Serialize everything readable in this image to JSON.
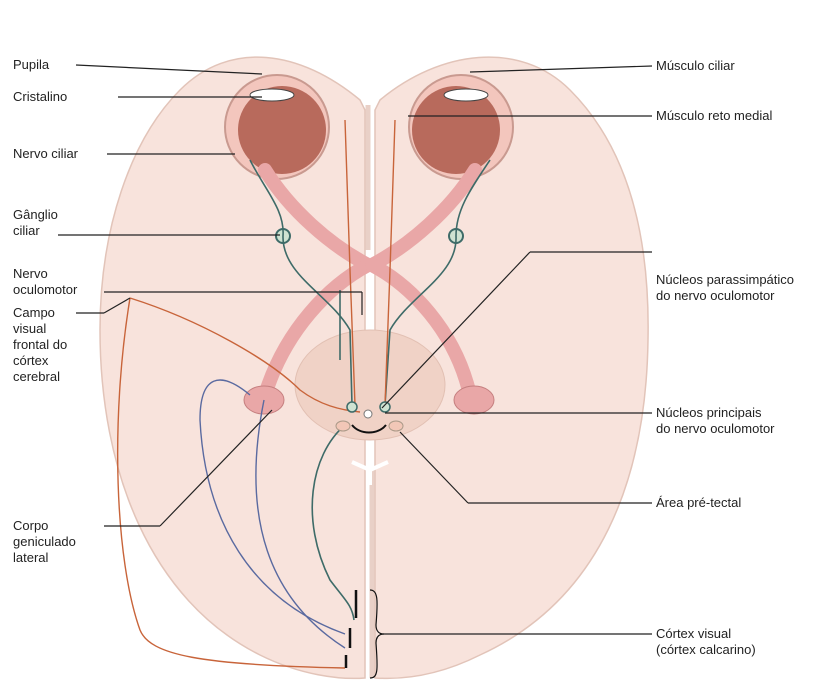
{
  "labels_left": {
    "pupila": "Pupila",
    "cristalino": "Cristalino",
    "nervo_ciliar": "Nervo ciliar",
    "ganglio_l1": "Gânglio",
    "ganglio_l2": "ciliar",
    "nervo_oc_l1": "Nervo",
    "nervo_oc_l2": "oculomotor",
    "campo_l1": "Campo",
    "campo_l2": "visual",
    "campo_l3": "frontal do",
    "campo_l4": "córtex",
    "campo_l5": "cerebral",
    "corpo_l1": "Corpo",
    "corpo_l2": "geniculado",
    "corpo_l3": "lateral"
  },
  "labels_right": {
    "musculo_ciliar": "Músculo ciliar",
    "musculo_reto": "Músculo reto medial",
    "nucleos_para_l1": "Núcleos parassimpático",
    "nucleos_para_l2": "do nervo oculomotor",
    "nucleos_princ_l1": "Núcleos principais",
    "nucleos_princ_l2": "do nervo oculomotor",
    "area_pretectal": "Área pré-tectal",
    "cortex_l1": "Córtex visual",
    "cortex_l2": "(córtex calcarino)"
  },
  "colors": {
    "brain": "#f8e3dc",
    "brain_stroke": "#d9b8ac",
    "eye_fill": "#b86a5c",
    "optic": "#e9a7a7",
    "teal": "#3e6b68",
    "orange": "#c8643a",
    "blue": "#5a6aa0",
    "line": "#222222"
  }
}
